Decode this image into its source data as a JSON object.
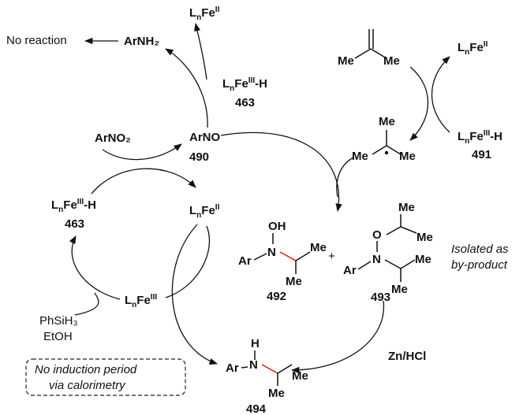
{
  "labels": {
    "no_reaction": "No reaction",
    "arnh2": "ArNH₂",
    "lnfe_top": [
      "L",
      "n",
      "Fe",
      "II"
    ],
    "lnfe_h_463_top": [
      "L",
      "n",
      "Fe",
      "III",
      "-H"
    ],
    "num_463_top": "463",
    "arno2": "ArNO₂",
    "arno": "ArNO",
    "num_490": "490",
    "lnfe_h_463_left": [
      "L",
      "n",
      "Fe",
      "III",
      "-H"
    ],
    "num_463_left": "463",
    "lnfe_ii_mid": [
      "L",
      "n",
      "Fe",
      "II"
    ],
    "lnfe_iii_bottom": [
      "L",
      "n",
      "Fe",
      "III"
    ],
    "phsih3": "PhSiH₃",
    "etoh": "EtOH",
    "isobutylene_me_left": "Me",
    "isobutylene_me_right": "Me",
    "lnfe_ii_right": [
      "L",
      "n",
      "Fe",
      "II"
    ],
    "radical_me_top": "Me",
    "radical_me_left": "Me",
    "radical_me_right": "Me",
    "lnfe_h_491": [
      "L",
      "n",
      "Fe",
      "III",
      "-H"
    ],
    "num_491": "491",
    "p492_oh": "OH",
    "p492_n": "N",
    "p492_ar": "Ar",
    "p492_me1": "Me",
    "p492_me2": "Me",
    "num_492": "492",
    "plus": "+",
    "p493_me1": "Me",
    "p493_me2": "Me",
    "p493_o": "O",
    "p493_n": "N",
    "p493_ar": "Ar",
    "p493_me3": "Me",
    "p493_me4": "Me",
    "num_493": "493",
    "isolated_line1": "Isolated as",
    "isolated_line2": "by-product",
    "znhcl": "Zn/HCl",
    "p494_h": "H",
    "p494_ar": "Ar",
    "p494_n": "N",
    "p494_me1": "Me",
    "p494_me2": "Me",
    "num_494": "494",
    "note_line1": "No induction period",
    "note_line2": "via calorimetry"
  }
}
